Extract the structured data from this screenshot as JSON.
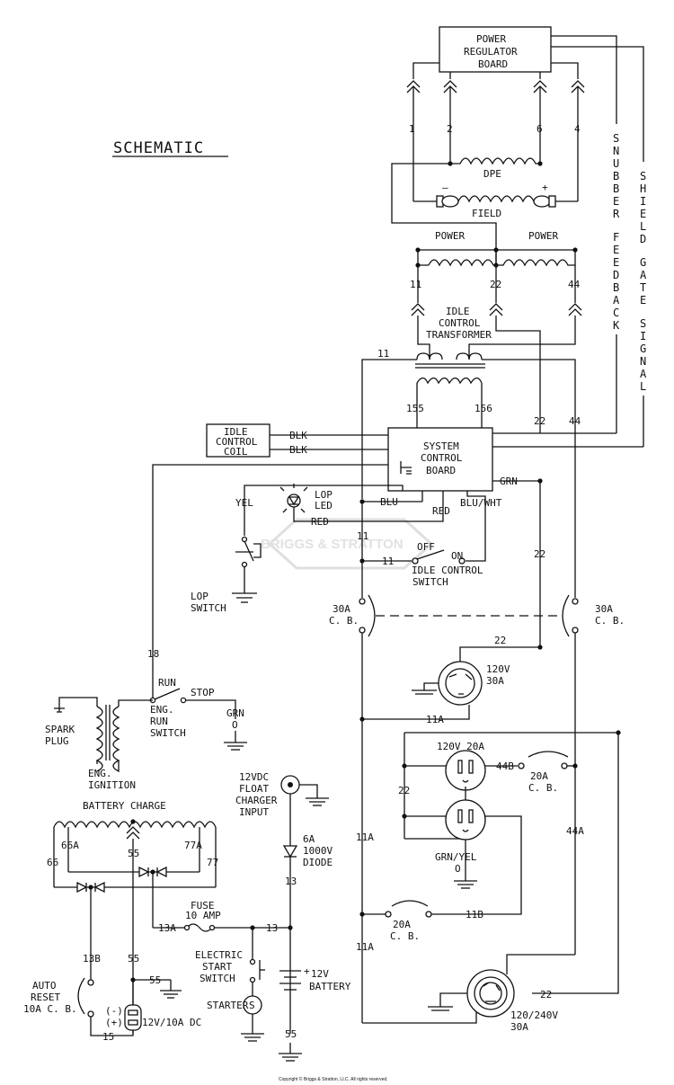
{
  "labels": {
    "title": "SCHEMATIC",
    "prb": [
      "POWER",
      "REGULATOR",
      "BOARD"
    ],
    "dpe": "DPE",
    "field": "FIELD",
    "field_minus": "–",
    "field_plus": "+",
    "power_left": "POWER",
    "power_right": "POWER",
    "idle_transformer": [
      "IDLE",
      "CONTROL",
      "TRANSFORMER"
    ],
    "snubber": [
      "S",
      "N",
      "U",
      "B",
      "B",
      "E",
      "R",
      " ",
      "F",
      "E",
      "E",
      "D",
      "B",
      "A",
      "C",
      "K"
    ],
    "shield": [
      "S",
      "H",
      "I",
      "E",
      "L",
      "D",
      " ",
      "G",
      "A",
      "T",
      "E",
      " ",
      "S",
      "I",
      "G",
      "N",
      "A",
      "L"
    ],
    "idle_coil": [
      "IDLE",
      "CONTROL",
      "COIL"
    ],
    "blk1": "BLK",
    "blk2": "BLK",
    "scb": [
      "SYSTEM",
      "CONTROL",
      "BOARD"
    ],
    "grn_scb": "GRN",
    "blu": "BLU",
    "red_lower": "RED",
    "blu_wht": "BLU/WHT",
    "yel": "YEL",
    "lop_led": [
      "LOP",
      "LED"
    ],
    "red_led": "RED",
    "off": "OFF",
    "on": "ON",
    "idle_switch": [
      "IDLE CONTROL",
      "SWITCH"
    ],
    "lop_switch": [
      "LOP",
      "SWITCH"
    ],
    "cb30_left": [
      "30A",
      "C. B."
    ],
    "cb30_right": [
      "30A",
      "C. B."
    ],
    "outlet120_30": [
      "120V",
      "30A"
    ],
    "run": "RUN",
    "stop": "STOP",
    "eng_run_switch": [
      "ENG.",
      "RUN",
      "SWITCH"
    ],
    "grn_o": [
      "GRN",
      "O"
    ],
    "spark_plug": [
      "SPARK",
      "PLUG"
    ],
    "eng_ignition": [
      "ENG.",
      "IGNITION"
    ],
    "outlet120_20": "120V 20A",
    "cb20_right": [
      "20A",
      "C. B."
    ],
    "grn_yel": [
      "GRN/YEL",
      "O"
    ],
    "charger": [
      "12VDC",
      "FLOAT",
      "CHARGER",
      "INPUT"
    ],
    "diode": [
      "6A",
      "1000V",
      "DIODE"
    ],
    "battery_charge": "BATTERY CHARGE",
    "fuse": [
      "FUSE",
      "10 AMP"
    ],
    "cb20_lower": [
      "20A",
      "C. B."
    ],
    "electric_start": [
      "ELECTRIC",
      "START",
      "SWITCH"
    ],
    "battery_plus": "+",
    "battery": "12V",
    "battery_word": "BATTERY",
    "starter": "STARTER",
    "starter_s": "S",
    "auto_reset": [
      "AUTO",
      "RESET",
      "10A C. B."
    ],
    "dc_out": "12V/10A DC",
    "dc_minus": "(-)",
    "dc_plus": "(+)",
    "outlet240": [
      "120/240V",
      "30A"
    ],
    "copyright": "Copyright © Briggs & Stratton, LLC. All rights reserved.",
    "watermark": "BRIGGS & STRATTON"
  },
  "wires": {
    "w1": "1",
    "w2": "2",
    "w6": "6",
    "w4": "4",
    "w11a": "11",
    "w22a": "22",
    "w44a": "44",
    "w11b": "11",
    "w155": "155",
    "w156": "156",
    "w22b": "22",
    "w44b": "44",
    "w11c": "11",
    "w11d": "11",
    "w22c": "22",
    "w22d": "22",
    "w18": "18",
    "w11A1": "11A",
    "w11A2": "11A",
    "w11A3": "11A",
    "w22e": "22",
    "w44B": "44B",
    "w44A": "44A",
    "w11B": "11B",
    "w22f": "22",
    "w66": "66",
    "w66A": "66A",
    "w55a": "55",
    "w77A": "77A",
    "w77": "77",
    "w13a": "13",
    "w13A": "13A",
    "w13b": "13",
    "w13B": "13B",
    "w55b": "55",
    "w55c": "55",
    "w15": "15",
    "w55d": "55"
  }
}
